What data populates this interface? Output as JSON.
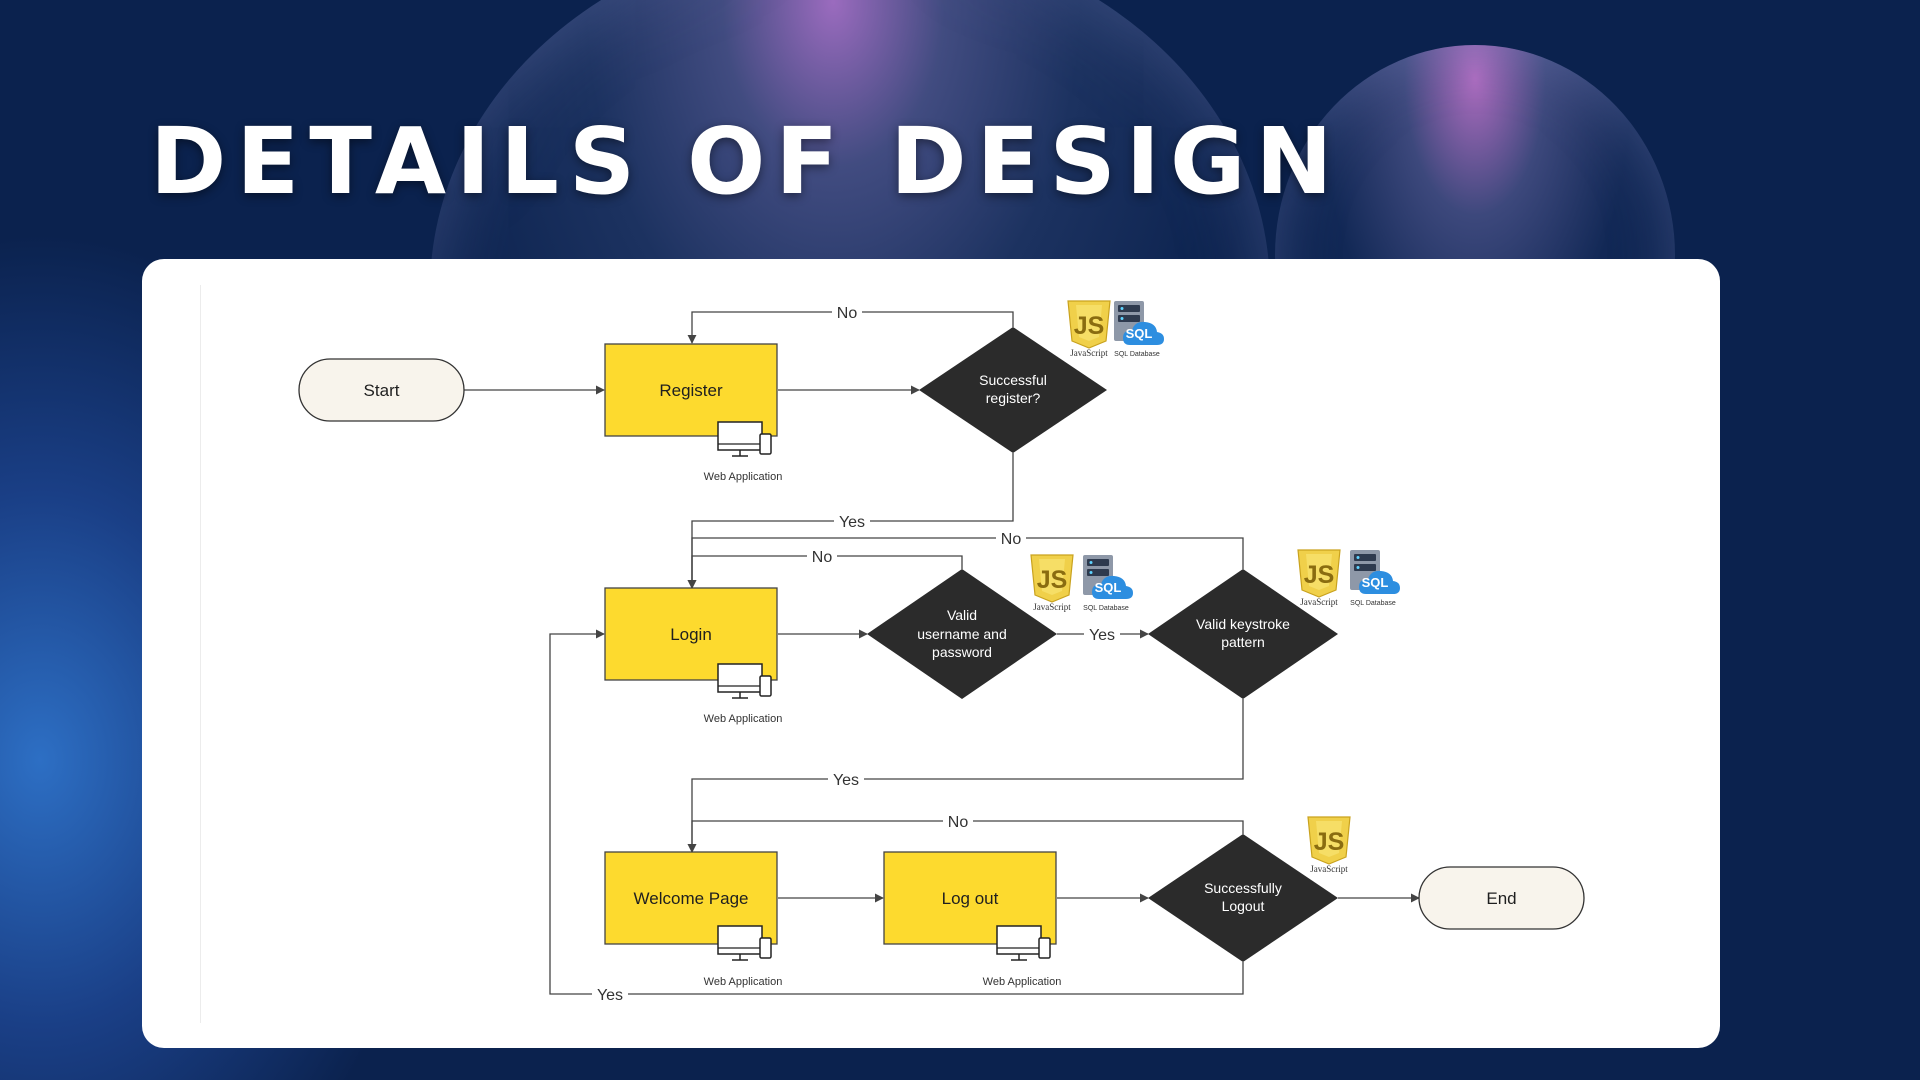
{
  "title": "DETAILS OF DESIGN",
  "colors": {
    "process": "#FDDA2E",
    "decision": "#2B2B2B",
    "terminal": "#F8F4EC",
    "line": "#444444",
    "js": "#F0D04A"
  },
  "nodes": {
    "start": "Start",
    "register": "Register",
    "register_decision": [
      "Successful",
      "register?"
    ],
    "login": "Login",
    "credentials_decision": [
      "Valid",
      "username and",
      "password"
    ],
    "keystroke_decision": [
      "Valid keystroke",
      "pattern"
    ],
    "welcome": "Welcome Page",
    "logout": "Log out",
    "logout_decision": [
      "Successfully",
      "Logout"
    ],
    "end": "End"
  },
  "captions": {
    "web_app": "Web Application",
    "javascript": "JavaScript",
    "sql": "SQL",
    "sql_db": "SQL Database"
  },
  "edge_labels": {
    "no": "No",
    "yes": "Yes"
  }
}
